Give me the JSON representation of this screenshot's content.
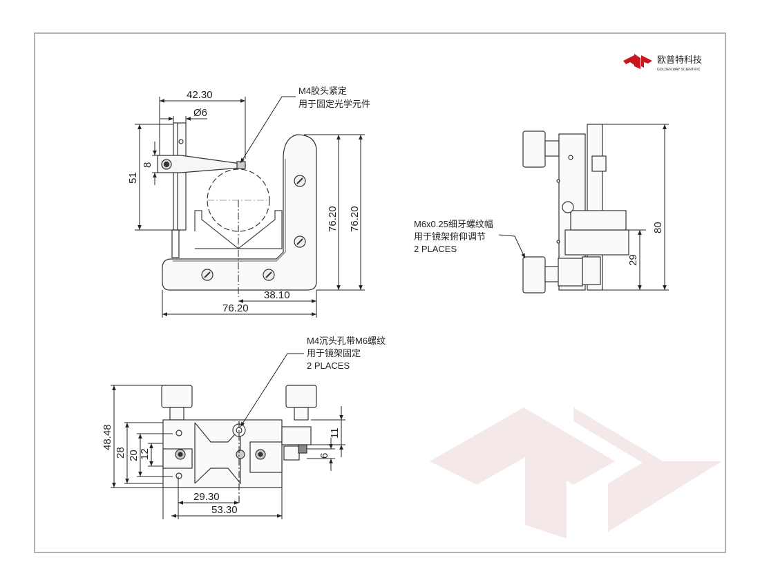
{
  "brand": {
    "name": "欧普特科技",
    "subtitle": "GOLDEN WAY SCIENTIFIC",
    "color": "#c8161d",
    "watermark_color": "#f3e6e6"
  },
  "front_view": {
    "dims": {
      "width_top": "42.30",
      "diameter": "Ø6",
      "height_left": "51",
      "lever_gap": "8",
      "height_right_inner": "76.20",
      "height_right_outer": "76.20",
      "center_offset": "38.10",
      "width_bottom": "76.20"
    },
    "note_lines": [
      "M4胶头紧定",
      "用于固定光学元件"
    ]
  },
  "side_view": {
    "dims": {
      "total_height": "80",
      "screw_height": "29"
    },
    "note_lines": [
      "M6x0.25细牙螺纹幅",
      "用于镜架俯仰调节",
      "2 PLACES"
    ]
  },
  "top_view": {
    "dims": {
      "height_total": "48.48",
      "height_28": "28",
      "height_20": "20",
      "height_12": "12",
      "height_11": "11",
      "height_6": "6",
      "width_29": "29.30",
      "width_53": "53.30"
    },
    "note_lines": [
      "M4沉头孔带M6螺纹",
      "用于镜架固定",
      "2 PLACES"
    ]
  }
}
